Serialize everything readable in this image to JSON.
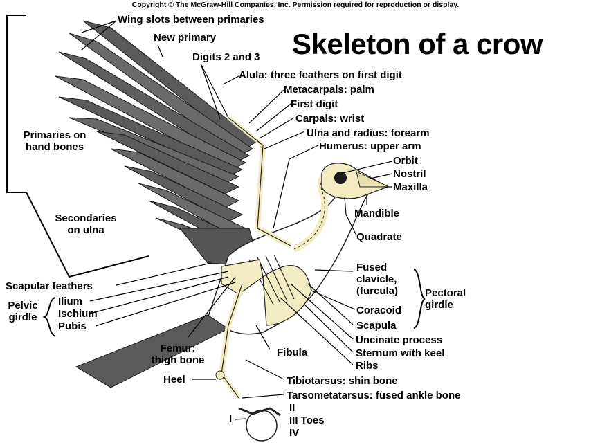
{
  "copyright": "Copyright © The McGraw-Hill Companies, Inc. Permission required for reproduction or display.",
  "title": "Skeleton of a crow",
  "labels": {
    "wing_slots": "Wing slots between primaries",
    "new_primary": "New primary",
    "digits": "Digits 2 and 3",
    "alula": "Alula: three feathers on first digit",
    "metacarpals": "Metacarpals: palm",
    "first_digit": "First digit",
    "carpals": "Carpals: wrist",
    "ulna_radius": "Ulna and radius: forearm",
    "humerus": "Humerus: upper arm",
    "orbit": "Orbit",
    "nostril": "Nostril",
    "maxilla": "Maxilla",
    "mandible": "Mandible",
    "quadrate": "Quadrate",
    "primaries_line1": "Primaries on",
    "primaries_line2": "hand bones",
    "secondaries_line1": "Secondaries",
    "secondaries_line2": "on ulna",
    "scapular_feathers": "Scapular feathers",
    "pelvic_line1": "Pelvic",
    "pelvic_line2": "girdle",
    "ilium": "Ilium",
    "ischium": "Ischium",
    "pubis": "Pubis",
    "fused_clavicle_line1": "Fused",
    "fused_clavicle_line2": "clavicle,",
    "fused_clavicle_line3": "(furcula)",
    "coracoid": "Coracoid",
    "scapula": "Scapula",
    "pectoral_line1": "Pectoral",
    "pectoral_line2": "girdle",
    "uncinate": "Uncinate process",
    "sternum": "Sternum with keel",
    "ribs": "Ribs",
    "femur_line1": "Femur:",
    "femur_line2": "thigh bone",
    "fibula": "Fibula",
    "heel": "Heel",
    "tibiotarsus": "Tibiotarsus: shin bone",
    "tarsometatarsus": "Tarsometatarsus: fused ankle bone",
    "toe_1": "I",
    "toe_2": "II",
    "toe_3_toes": "III Toes",
    "toe_4": "IV"
  },
  "colors": {
    "bone": "#f3ecc2",
    "feather": "#6e6e6e",
    "feather_dark": "#4a4a4a",
    "outline": "#1a1a1a"
  }
}
